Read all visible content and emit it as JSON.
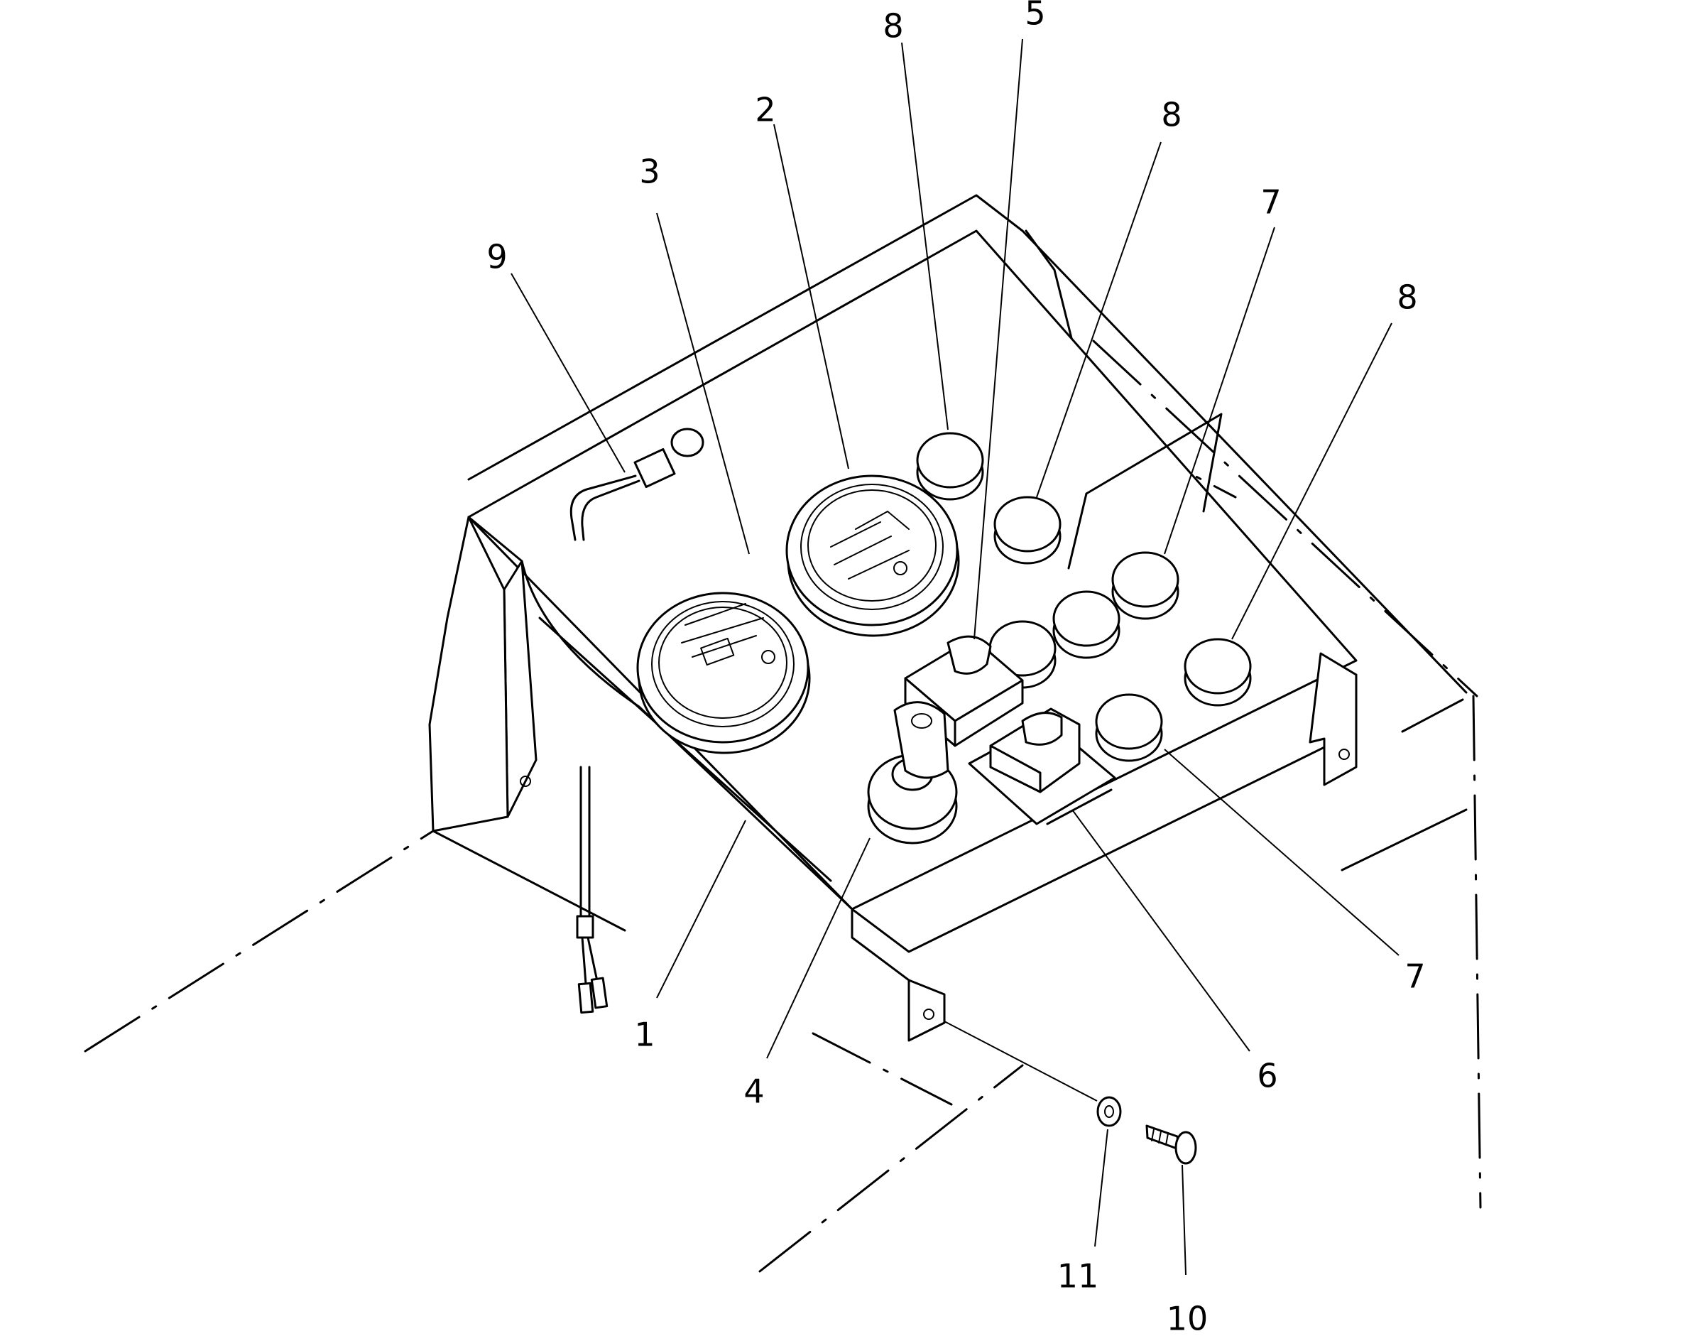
{
  "callouts": [
    {
      "id": "c1",
      "text": "1"
    },
    {
      "id": "c2",
      "text": "2"
    },
    {
      "id": "c3",
      "text": "3"
    },
    {
      "id": "c4",
      "text": "4"
    },
    {
      "id": "c5",
      "text": "5"
    },
    {
      "id": "c6",
      "text": "6"
    },
    {
      "id": "c7a",
      "text": "7"
    },
    {
      "id": "c7b",
      "text": "7"
    },
    {
      "id": "c8a",
      "text": "8"
    },
    {
      "id": "c8b",
      "text": "8"
    },
    {
      "id": "c8c",
      "text": "8"
    },
    {
      "id": "c9",
      "text": "9"
    },
    {
      "id": "c10",
      "text": "10"
    },
    {
      "id": "c11",
      "text": "11"
    }
  ]
}
